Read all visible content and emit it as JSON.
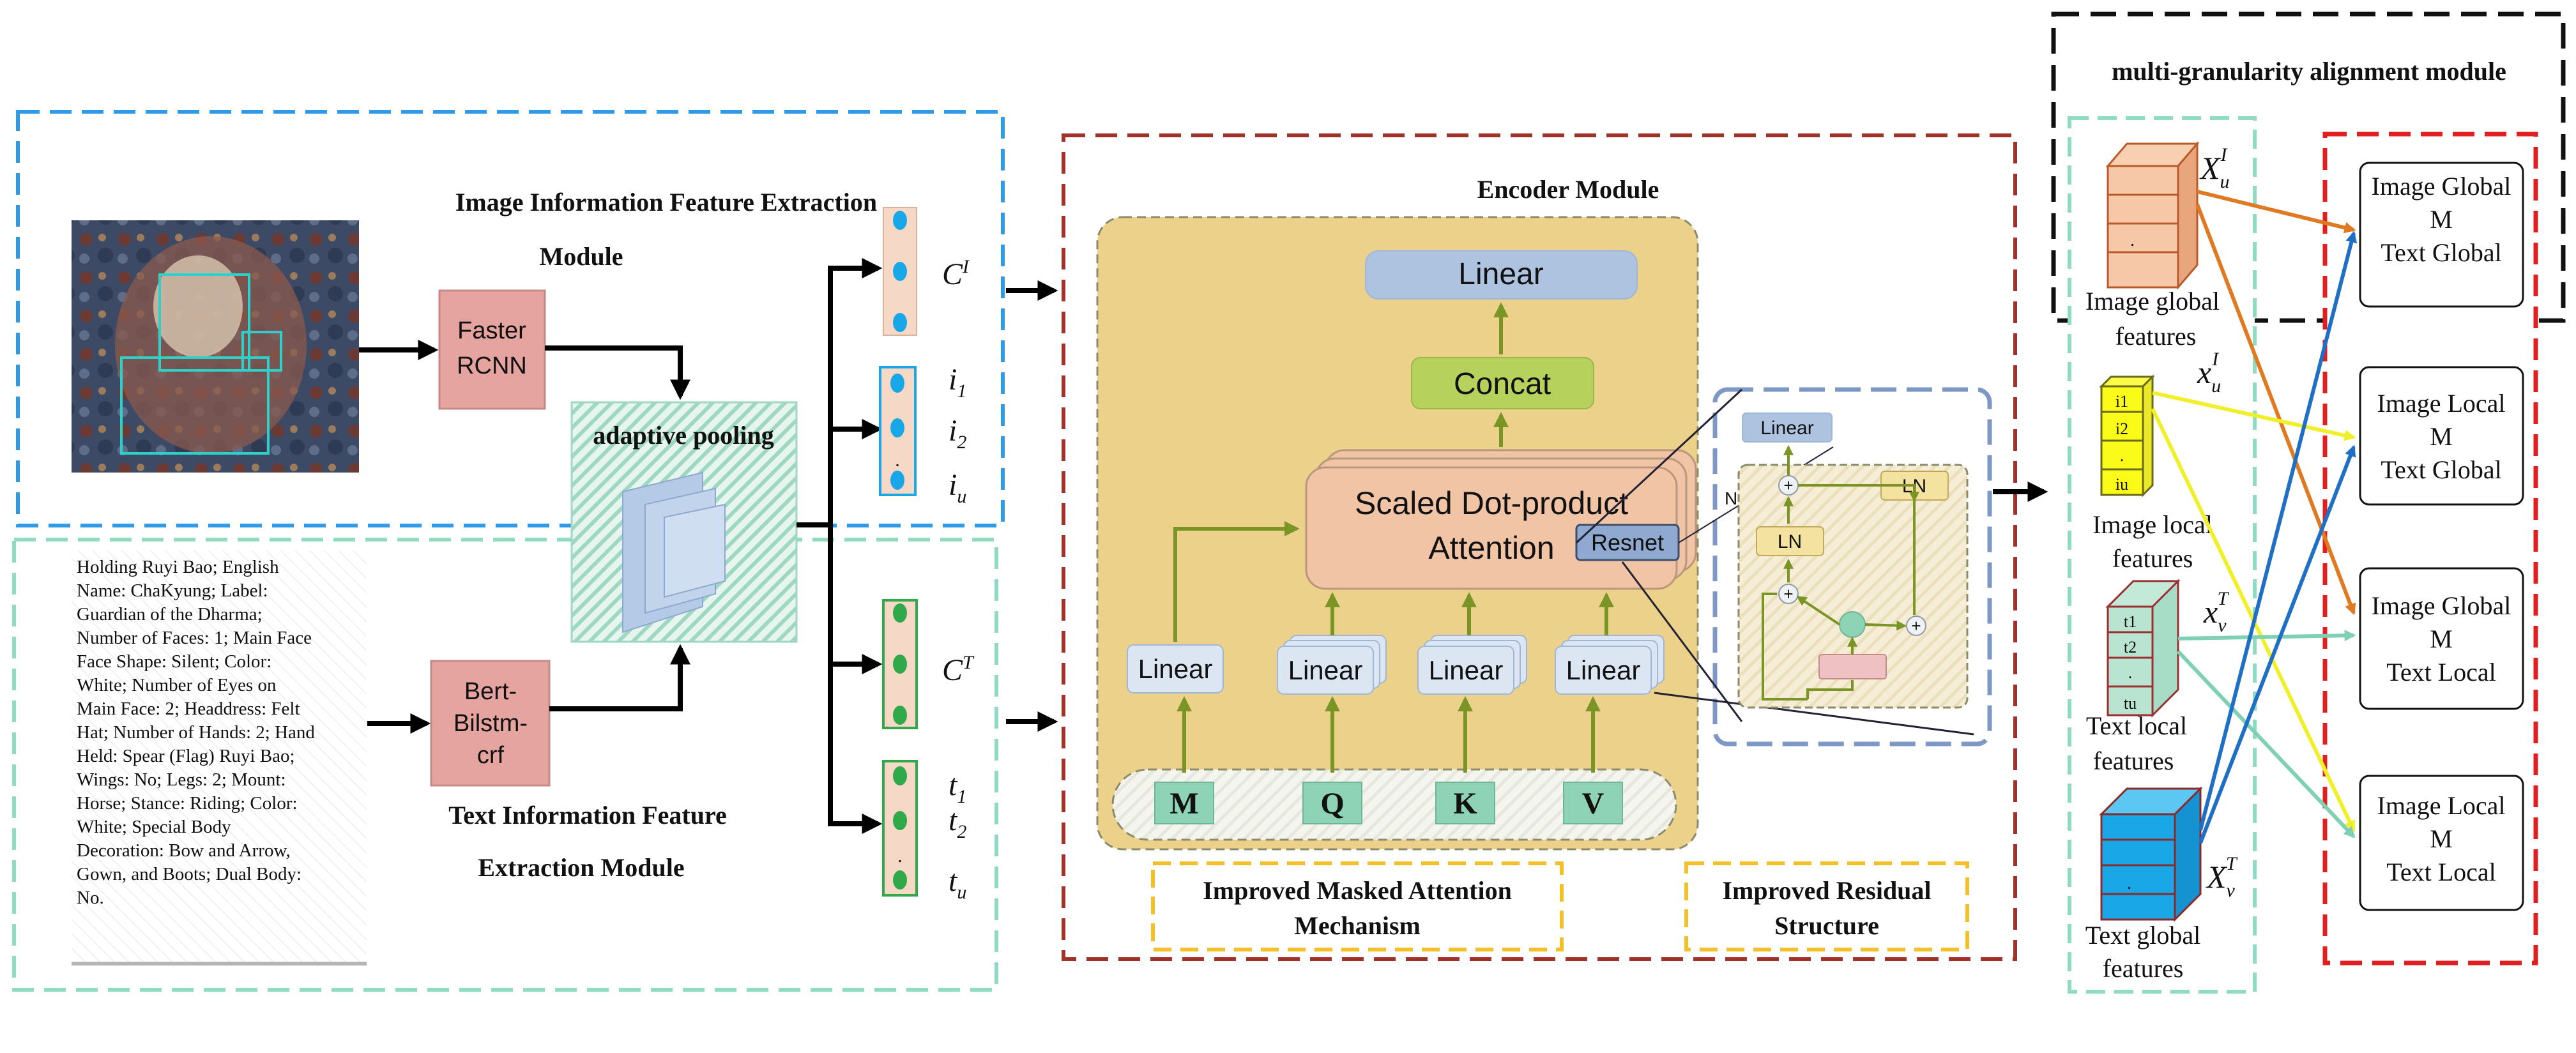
{
  "modules": {
    "image_feature": [
      "Image Information Feature Extraction",
      "Module"
    ],
    "text_feature": [
      "Text Information Feature",
      "Extraction Module"
    ],
    "encoder": "Encoder Module",
    "multi_granularity": "multi-granularity alignment module",
    "masked_attention": [
      "Improved Masked Attention",
      "Mechanism"
    ],
    "residual": [
      "Improved Residual",
      "Structure"
    ]
  },
  "blocks": {
    "faster_rcnn": [
      "Faster",
      "RCNN"
    ],
    "bert": [
      "Bert-",
      "Bilstm-",
      "crf"
    ],
    "adaptive_pooling": "adaptive pooling",
    "linear_top": "Linear",
    "concat": "Concat",
    "sdpa": [
      "Scaled Dot-product",
      "Attention"
    ],
    "resnet": "Resnet",
    "linear_boxes": [
      "Linear",
      "Linear",
      "Linear",
      "Linear"
    ],
    "inputs": [
      "M",
      "Q",
      "K",
      "V"
    ]
  },
  "residual_detail": {
    "linear": "Linear",
    "ln_left": "LN",
    "ln_right": "LN",
    "n": "N"
  },
  "description_text": [
    "Holding Ruyi Bao; English",
    "Name: ChaKyung; Label:",
    "Guardian of the Dharma;",
    "Number of Faces: 1; Main Face",
    "Face Shape: Silent; Color:",
    "White; Number of Eyes on",
    "Main Face: 2; Headdress: Felt",
    "Hat; Number of Hands: 2; Hand",
    "Held: Spear (Flag) Ruyi Bao;",
    "Wings: No; Legs: 2; Mount:",
    "Horse; Stance: Riding; Color:",
    "White; Special Body",
    "Decoration: Bow and Arrow,",
    "Gown, and Boots; Dual Body:",
    "No."
  ],
  "symbols": {
    "c_image": "C",
    "c_image_sup": "I",
    "c_text": "C",
    "c_text_sup": "T",
    "i1": "i",
    "i1_sub": "1",
    "i2": "i",
    "i2_sub": "2",
    "iu": "i",
    "iu_sub": "u",
    "t1": "t",
    "t1_sub": "1",
    "t2": "t",
    "t2_sub": "2",
    "tu": "t",
    "tu_sub": "u",
    "dot": "."
  },
  "features": {
    "image_global": {
      "label": [
        "Image global",
        "features"
      ],
      "sym": "X",
      "sub": "u",
      "sup": "I"
    },
    "image_local": {
      "label": [
        "Image local",
        "features"
      ],
      "sym": "x",
      "sub": "u",
      "sup": "I",
      "cells": [
        "i1",
        "i2",
        ".",
        "iu"
      ]
    },
    "text_local": {
      "label": [
        "Text local",
        "features"
      ],
      "sym": "x",
      "sub": "v",
      "sup": "T",
      "cells": [
        "t1",
        "t2",
        ".",
        "tu"
      ]
    },
    "text_global": {
      "label": [
        "Text global",
        "features"
      ],
      "sym": "X",
      "sub": "v",
      "sup": "T"
    }
  },
  "alignment": [
    [
      "Image Global",
      "M",
      "Text Global"
    ],
    [
      "Image Local",
      "M",
      "Text Global"
    ],
    [
      "Image Global",
      "M",
      "Text Local"
    ],
    [
      "Image Local",
      "M",
      "Text Local"
    ]
  ],
  "colors": {
    "blue_dash": "#2f9be8",
    "green_dash": "#8fdcc0",
    "dark_red_dash": "#a0322a",
    "red_dash": "#e02020",
    "black_dash": "#111111",
    "yellow_dash": "#f4c02a",
    "steel_dash": "#7d98c4",
    "encoder_fill": "#ecd18b",
    "salmon": "#f2c4a6",
    "olive_arrow": "#7a9526",
    "rcnn_fill": "#e6a4a0",
    "orange_arrow": "#e07a22",
    "yellow_arrow": "#f0f02a",
    "teal_arrow": "#7fd0b4",
    "navy_arrow": "#1f6fc5",
    "cyan_block": "#1aa7e8"
  }
}
